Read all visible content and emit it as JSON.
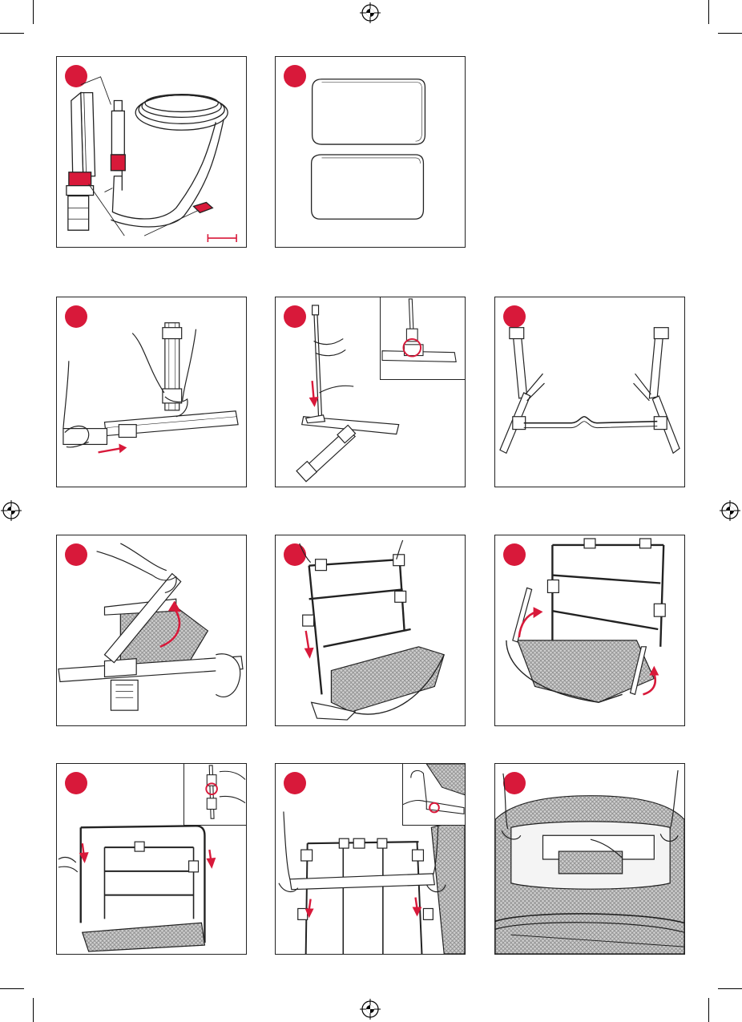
{
  "colors": {
    "accent": "#d8193a",
    "line": "#222222",
    "mesh": "#9a9a9a"
  },
  "steps": [
    {
      "id": "1",
      "number": "",
      "icon": "strap-parts-icon"
    },
    {
      "id": "2",
      "number": "",
      "icon": "pads-icon"
    },
    {
      "id": "3",
      "number": "",
      "icon": "connect-tube-icon"
    },
    {
      "id": "4",
      "number": "",
      "icon": "insert-leg-icon"
    },
    {
      "id": "5",
      "number": "",
      "icon": "base-frame-icon"
    },
    {
      "id": "6",
      "number": "",
      "icon": "unfold-seat-icon"
    },
    {
      "id": "7",
      "number": "",
      "icon": "upright-frame-icon"
    },
    {
      "id": "8",
      "number": "",
      "icon": "rotate-side-icon"
    },
    {
      "id": "9",
      "number": "",
      "icon": "lower-frame-icon"
    },
    {
      "id": "10",
      "number": "",
      "icon": "clip-rail-icon"
    },
    {
      "id": "11",
      "number": "",
      "icon": "lift-carry-icon"
    }
  ]
}
